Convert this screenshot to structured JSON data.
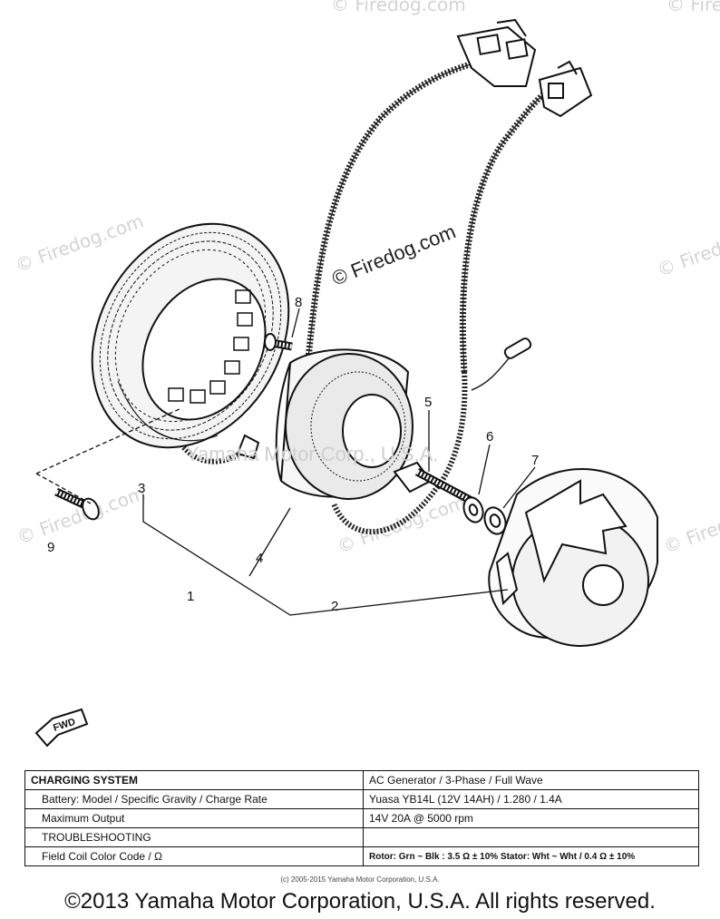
{
  "diagram": {
    "watermark": "© Firedog.com",
    "watermark_center": "© Firedog.com",
    "overlay_text": "Yamaha Motor Corp., U.S.A.",
    "fwd_label": "FWD",
    "callouts": {
      "c1": "1",
      "c2": "2",
      "c3": "3",
      "c4": "4",
      "c5": "5",
      "c6": "6",
      "c7": "7",
      "c8": "8",
      "c9": "9"
    }
  },
  "spec_table": {
    "rows": [
      {
        "label": "CHARGING SYSTEM",
        "value": "AC Generator / 3-Phase / Full Wave"
      },
      {
        "label": "Battery: Model / Specific Gravity / Charge Rate",
        "value": "Yuasa YB14L (12V 14AH) / 1.280 / 1.4A"
      },
      {
        "label": "Maximum Output",
        "value": "14V 20A @ 5000 rpm"
      },
      {
        "label": "TROUBLESHOOTING",
        "value": ""
      },
      {
        "label": "Field Coil Color Code / Ω",
        "value": "Rotor: Grn ~ Blk : 3.5 Ω ± 10%   Stator: Wht ~ Wht / 0.4 Ω ± 10%"
      }
    ]
  },
  "footer": {
    "small_copyright": "(c) 2005-2015 Yamaha Motor Corporation, U.S.A.",
    "main_copyright": "©2013 Yamaha Motor Corporation, U.S.A. All rights reserved."
  }
}
